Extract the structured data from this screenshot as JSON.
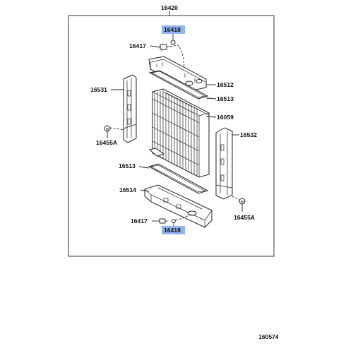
{
  "assembly_number": "16420",
  "figure_id": "160574",
  "parts": {
    "drain_cock_plug_top": "16418",
    "drain_cock_top": "16417",
    "upper_tank": "16512",
    "gasket_upper": "16513",
    "core": "16059",
    "left_support": "16531",
    "bolt_left": "16455A",
    "right_support": "16532",
    "gasket_lower": "16513",
    "lower_tank": "16514",
    "drain_cock_bottom": "16417",
    "drain_cock_plug_bottom": "16418",
    "bolt_right": "16455A"
  },
  "highlight_color": "#8fb4ef"
}
